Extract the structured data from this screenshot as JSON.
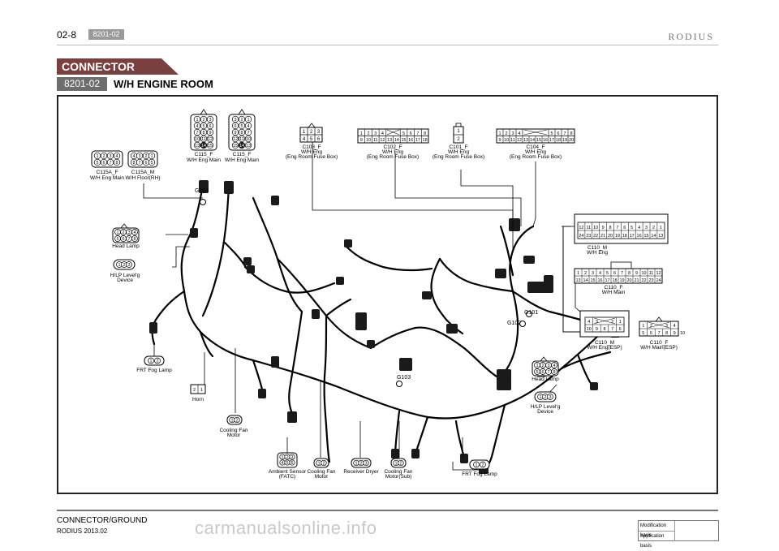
{
  "header": {
    "page_number": "02-8",
    "code": "8201-02",
    "brand": "RODIUS"
  },
  "section": {
    "banner": "CONNECTOR",
    "code": "8201-02",
    "title": "W/H ENGINE ROOM"
  },
  "connectors": {
    "c115a_f": {
      "line1": "C115A_F",
      "line2": "W/H Eng Main"
    },
    "c115a_m": {
      "line1": "C115A_M",
      "line2": "W/H Floor(RH)"
    },
    "c115_f_a": {
      "line1": "C115_F",
      "line2": "W/H Eng Main"
    },
    "c115_f_b": {
      "line1": "C115_F",
      "line2": "W/H Eng Main"
    },
    "c103_f": {
      "line1": "C103_F",
      "line2": "W/H Eng",
      "line3": "(Eng Room Fuse Box)"
    },
    "c102_f": {
      "line1": "C102_F",
      "line2": "W/H Eng",
      "line3": "(Eng Room Fuse Box)"
    },
    "c101_f": {
      "line1": "C101_F",
      "line2": "W/H Eng",
      "line3": "(Eng Room Fuse Box)"
    },
    "c104_f": {
      "line1": "C104_F",
      "line2": "W/H Eng",
      "line3": "(Eng Room Fuse Box)"
    },
    "c110_m": {
      "line1": "C110_M",
      "line2": "W/H Eng"
    },
    "c110_f": {
      "line1": "C110_F",
      "line2": "W/H Main"
    },
    "c110_m_esp": {
      "line1": "C110_M",
      "line2": "W/H Eng(ESP)"
    },
    "c110_f_esp": {
      "line1": "C110_F",
      "line2": "W/H Main(ESP)"
    }
  },
  "components": {
    "head_lamp_left": "Head Lamp",
    "hlp_level_left": {
      "line1": "H/LP Level'g",
      "line2": "Device"
    },
    "frt_fog_left": "FRT Fog Lamp",
    "horn": "Horn",
    "cooling_fan_motor": {
      "line1": "Cooling Fan",
      "line2": "Motor"
    },
    "ambient_sensor": {
      "line1": "Ambient Sensor",
      "line2": "(FATC)"
    },
    "cooling_fan_motor2": {
      "line1": "Cooling Fan",
      "line2": "Motor"
    },
    "receiver_dryer": "Receiver Dryer",
    "cooling_fan_sub": {
      "line1": "Cooling Fan",
      "line2": "Motor(Sub)"
    },
    "frt_fog_right": "FRT Fog Lamp",
    "head_lamp_right": "Head Lamp",
    "hlp_level_right": {
      "line1": "H/LP Level'g",
      "line2": "Device"
    }
  },
  "grounds": {
    "g104": "G104",
    "g103": "G103",
    "g102": "G102",
    "g101": "G101"
  },
  "footer": {
    "section": "CONNECTOR/GROUND",
    "model": "RODIUS 2013.02",
    "modification_basis": "Modification basis",
    "application_basis": "Application basis",
    "watermark": "carmanualsonline.info"
  }
}
